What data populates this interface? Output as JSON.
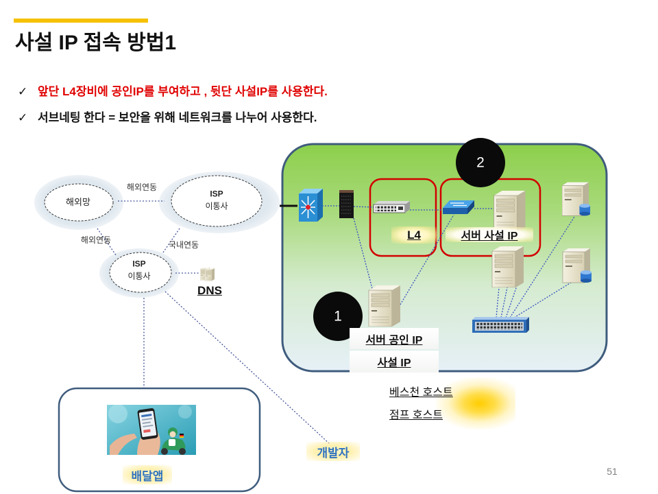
{
  "slide": {
    "title": "사설 IP 접속 방법1",
    "page_number": "51"
  },
  "bullets": [
    {
      "check": "✓",
      "text": "앞단 L4장비에 공인IP를 부여하고 , 뒷단 사설IP를 사용한다.",
      "color": "#e00000"
    },
    {
      "check": "✓",
      "text": "서브네팅 한다 = 보안을 위해 네트워크를 나누어 사용한다.",
      "color": "#111111"
    }
  ],
  "network": {
    "overseas": {
      "label": "해외망"
    },
    "isp_top": {
      "line1": "ISP",
      "line2": "이통사"
    },
    "isp_bottom": {
      "line1": "ISP",
      "line2": "이통사"
    },
    "links": {
      "overseas_isp_top": "해외연동",
      "overseas_isp_bottom": "해외연동",
      "isp_domestic": "국내연동"
    },
    "dns": {
      "label": "DNS"
    }
  },
  "data_center": {
    "step_2": "2",
    "step_1": "1",
    "l4_label": "L4",
    "private_server_label": "서버 사설 IP",
    "public_server_label": "서버 공인 IP",
    "private_ip_label": "사설 IP"
  },
  "bastion": {
    "line1": "베스천 호스트",
    "line2": "점프 호스트"
  },
  "clients": {
    "delivery_app": "배달앱",
    "developer": "개발자"
  },
  "colors": {
    "accent": "#f5c100",
    "highlight_text": "#e00000",
    "group_border": "#d20000",
    "zone_border": "#3f5c7d",
    "zone_fill_top": "#8ccf4b",
    "link_dots": "#3450c0",
    "client_label": "#2f73c0"
  },
  "icons": {
    "core_switch": "core-switch-icon",
    "tower_appliance": "tower-appliance-icon",
    "l4_device": "l4-device-icon",
    "switch": "switch-icon",
    "server": "server-tower-icon",
    "db_server": "database-server-icon",
    "patch_panel": "patch-panel-icon",
    "dns": "dns-server-icon",
    "check": "check-icon"
  }
}
